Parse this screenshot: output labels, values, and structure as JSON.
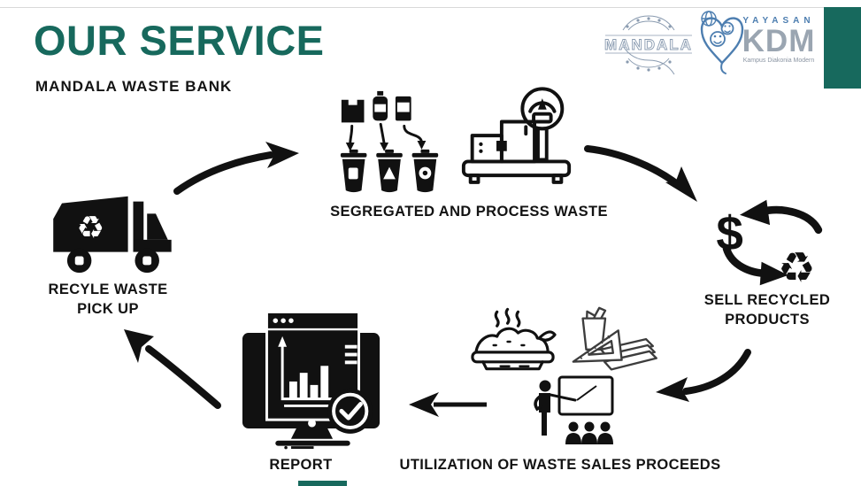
{
  "slide": {
    "title": "OUR SERVICE",
    "subtitle": "MANDALA WASTE BANK"
  },
  "colors": {
    "accent": "#17695D",
    "ink": "#111111",
    "logo_blue": "#4D7EB0",
    "logo_gray": "#9AA5B1",
    "logo_outline": "#8A9BB0",
    "hairline": "#D9D9D9"
  },
  "logos": {
    "mandala": {
      "text": "MANDALA"
    },
    "kdm": {
      "yayasan": "YAYASAN",
      "acronym": "KDM",
      "tagline": "Kampus Diakonia Modern"
    }
  },
  "icons": {
    "dollar_glyph": "$",
    "recycle_glyph": "♻"
  },
  "steps": {
    "pickup": {
      "line1": "RECYLE WASTE",
      "line2": "PICK UP",
      "icon": "recycle-truck-icon"
    },
    "segregate": {
      "label": "SEGREGATED AND PROCESS WASTE",
      "icons": [
        "waste-sorting-bins-icon",
        "weighing-scale-icon"
      ]
    },
    "sell": {
      "line1": "SELL RECYCLED",
      "line2": "PRODUCTS",
      "icon": "money-recycle-exchange-icon"
    },
    "utilize": {
      "label": "UTILIZATION OF WASTE SALES PROCEEDS",
      "icons": [
        "food-plate-icon",
        "school-supplies-icon",
        "teaching-presentation-icon"
      ]
    },
    "report": {
      "label": "REPORT",
      "icon": "report-monitor-icon"
    }
  }
}
